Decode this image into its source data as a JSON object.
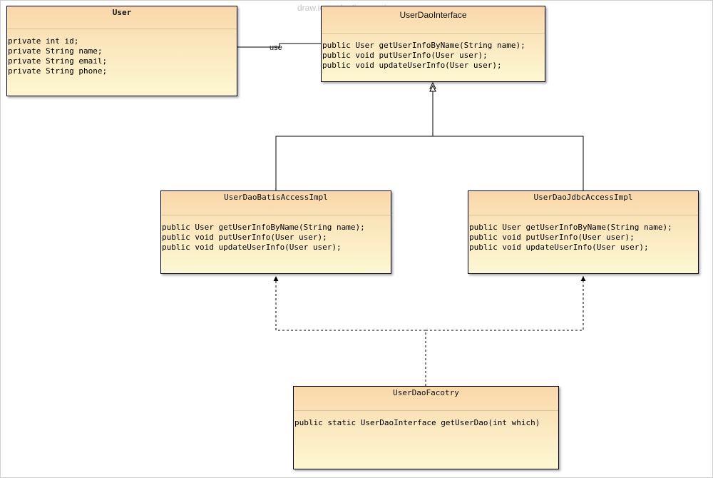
{
  "watermark": "draw.io evaluation version",
  "association_label": "use",
  "classes": {
    "user": {
      "name": "User",
      "members": [
        "private int id;",
        "private String name;",
        "private String email;",
        "private String phone;"
      ]
    },
    "interface": {
      "name": "UserDaoInterface",
      "members": [
        "public User getUserInfoByName(String name);",
        "public void putUserInfo(User user);",
        "public void updateUserInfo(User user);"
      ]
    },
    "batis_impl": {
      "name": "UserDaoBatisAccessImpl",
      "members": [
        "public User getUserInfoByName(String name);",
        "public void putUserInfo(User user);",
        "public void updateUserInfo(User user);"
      ]
    },
    "jdbc_impl": {
      "name": "UserDaoJdbcAccessImpl",
      "members": [
        "public User getUserInfoByName(String name);",
        "public void putUserInfo(User user);",
        "public void updateUserInfo(User user);"
      ]
    },
    "factory": {
      "name": "UserDaoFacotry",
      "members": [
        "public static UserDaoInterface getUserDao(int which)"
      ]
    }
  }
}
